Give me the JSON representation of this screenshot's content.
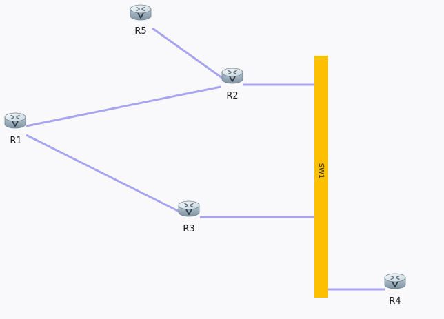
{
  "diagram": {
    "routers": [
      {
        "id": "R5",
        "label": "R5"
      },
      {
        "id": "R2",
        "label": "R2"
      },
      {
        "id": "R1",
        "label": "R1"
      },
      {
        "id": "R3",
        "label": "R3"
      },
      {
        "id": "R4",
        "label": "R4"
      }
    ],
    "switches": [
      {
        "id": "SW1",
        "label": "SW1"
      }
    ],
    "links": [
      {
        "from": "R5",
        "to": "R2"
      },
      {
        "from": "R1",
        "to": "R2"
      },
      {
        "from": "R1",
        "to": "R3"
      },
      {
        "from": "R2",
        "to": "SW1"
      },
      {
        "from": "R3",
        "to": "SW1"
      },
      {
        "from": "SW1",
        "to": "R4"
      }
    ],
    "colors": {
      "link": "#a7a5f2",
      "switch": "#fdc000",
      "router_body": "#9fb0bd",
      "router_top": "#dfe8ee",
      "background": "#f9f9fb"
    }
  }
}
